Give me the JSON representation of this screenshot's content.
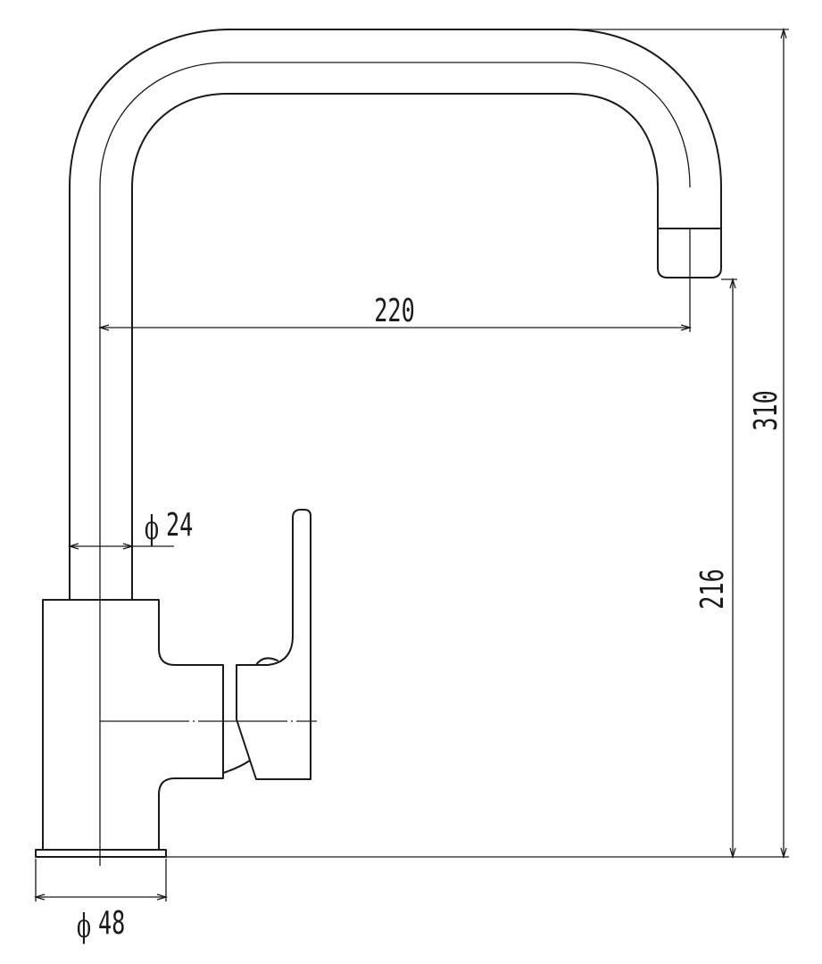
{
  "dimensions": {
    "spout_reach": "220",
    "total_height": "310",
    "spout_height": "216",
    "tube_diameter": "24",
    "base_diameter": "48",
    "diameter_symbol": "ϕ"
  }
}
